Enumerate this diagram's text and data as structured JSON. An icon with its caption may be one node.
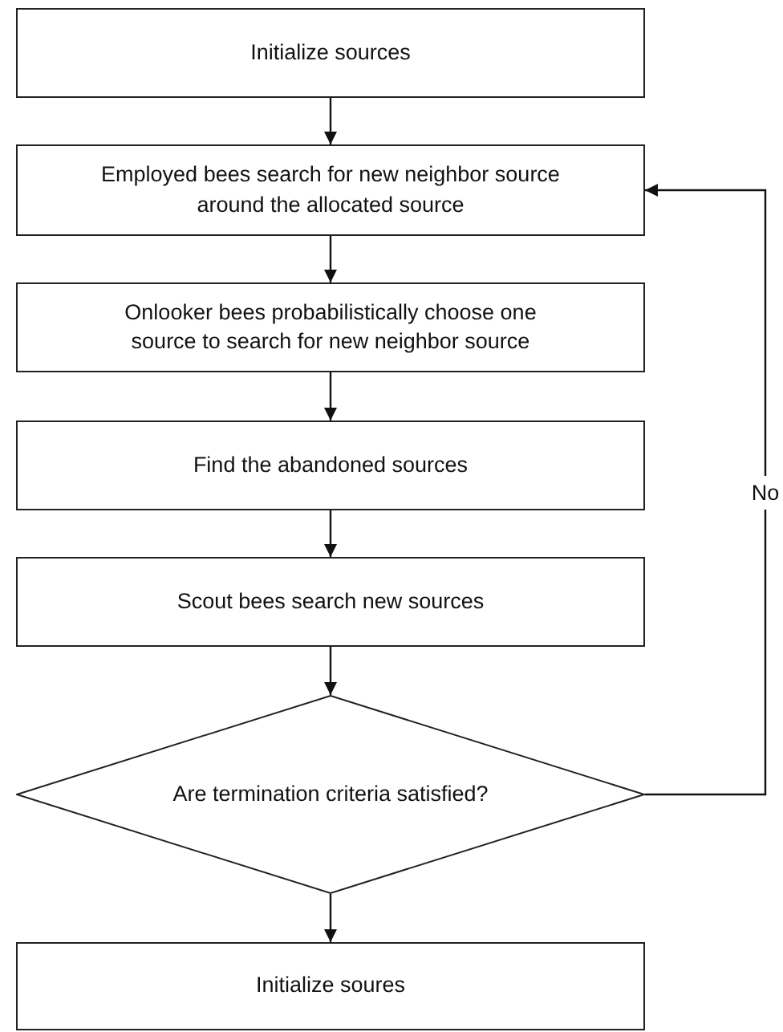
{
  "diagram": {
    "nodes": [
      {
        "text": [
          "Initialize sources"
        ]
      },
      {
        "text": [
          "Employed bees search for new neighbor source around the allocated source"
        ]
      },
      {
        "text": [
          "Onlooker bees probabilistically choose one source to search for new neighbor source"
        ]
      },
      {
        "text": [
          "Find the abandoned sources"
        ]
      },
      {
        "text": [
          "Scout bees search new sources"
        ]
      },
      {
        "text": [
          "Are termination criteria satisfied?"
        ]
      },
      {
        "text": [
          "Initialize soures"
        ]
      }
    ],
    "edges": [
      {
        "from": 0,
        "to": 1,
        "arrow": "to"
      },
      {
        "from": 1,
        "to": 2,
        "arrow": "to"
      },
      {
        "from": 2,
        "to": 3,
        "arrow": "to"
      },
      {
        "from": 3,
        "to": 4,
        "arrow": "to"
      },
      {
        "from": 4,
        "to": 5,
        "arrow": "to"
      },
      {
        "from": 5,
        "to": 1,
        "arrow": "to",
        "label": "No"
      },
      {
        "from": 5,
        "to": 6,
        "arrow": "to"
      }
    ]
  }
}
